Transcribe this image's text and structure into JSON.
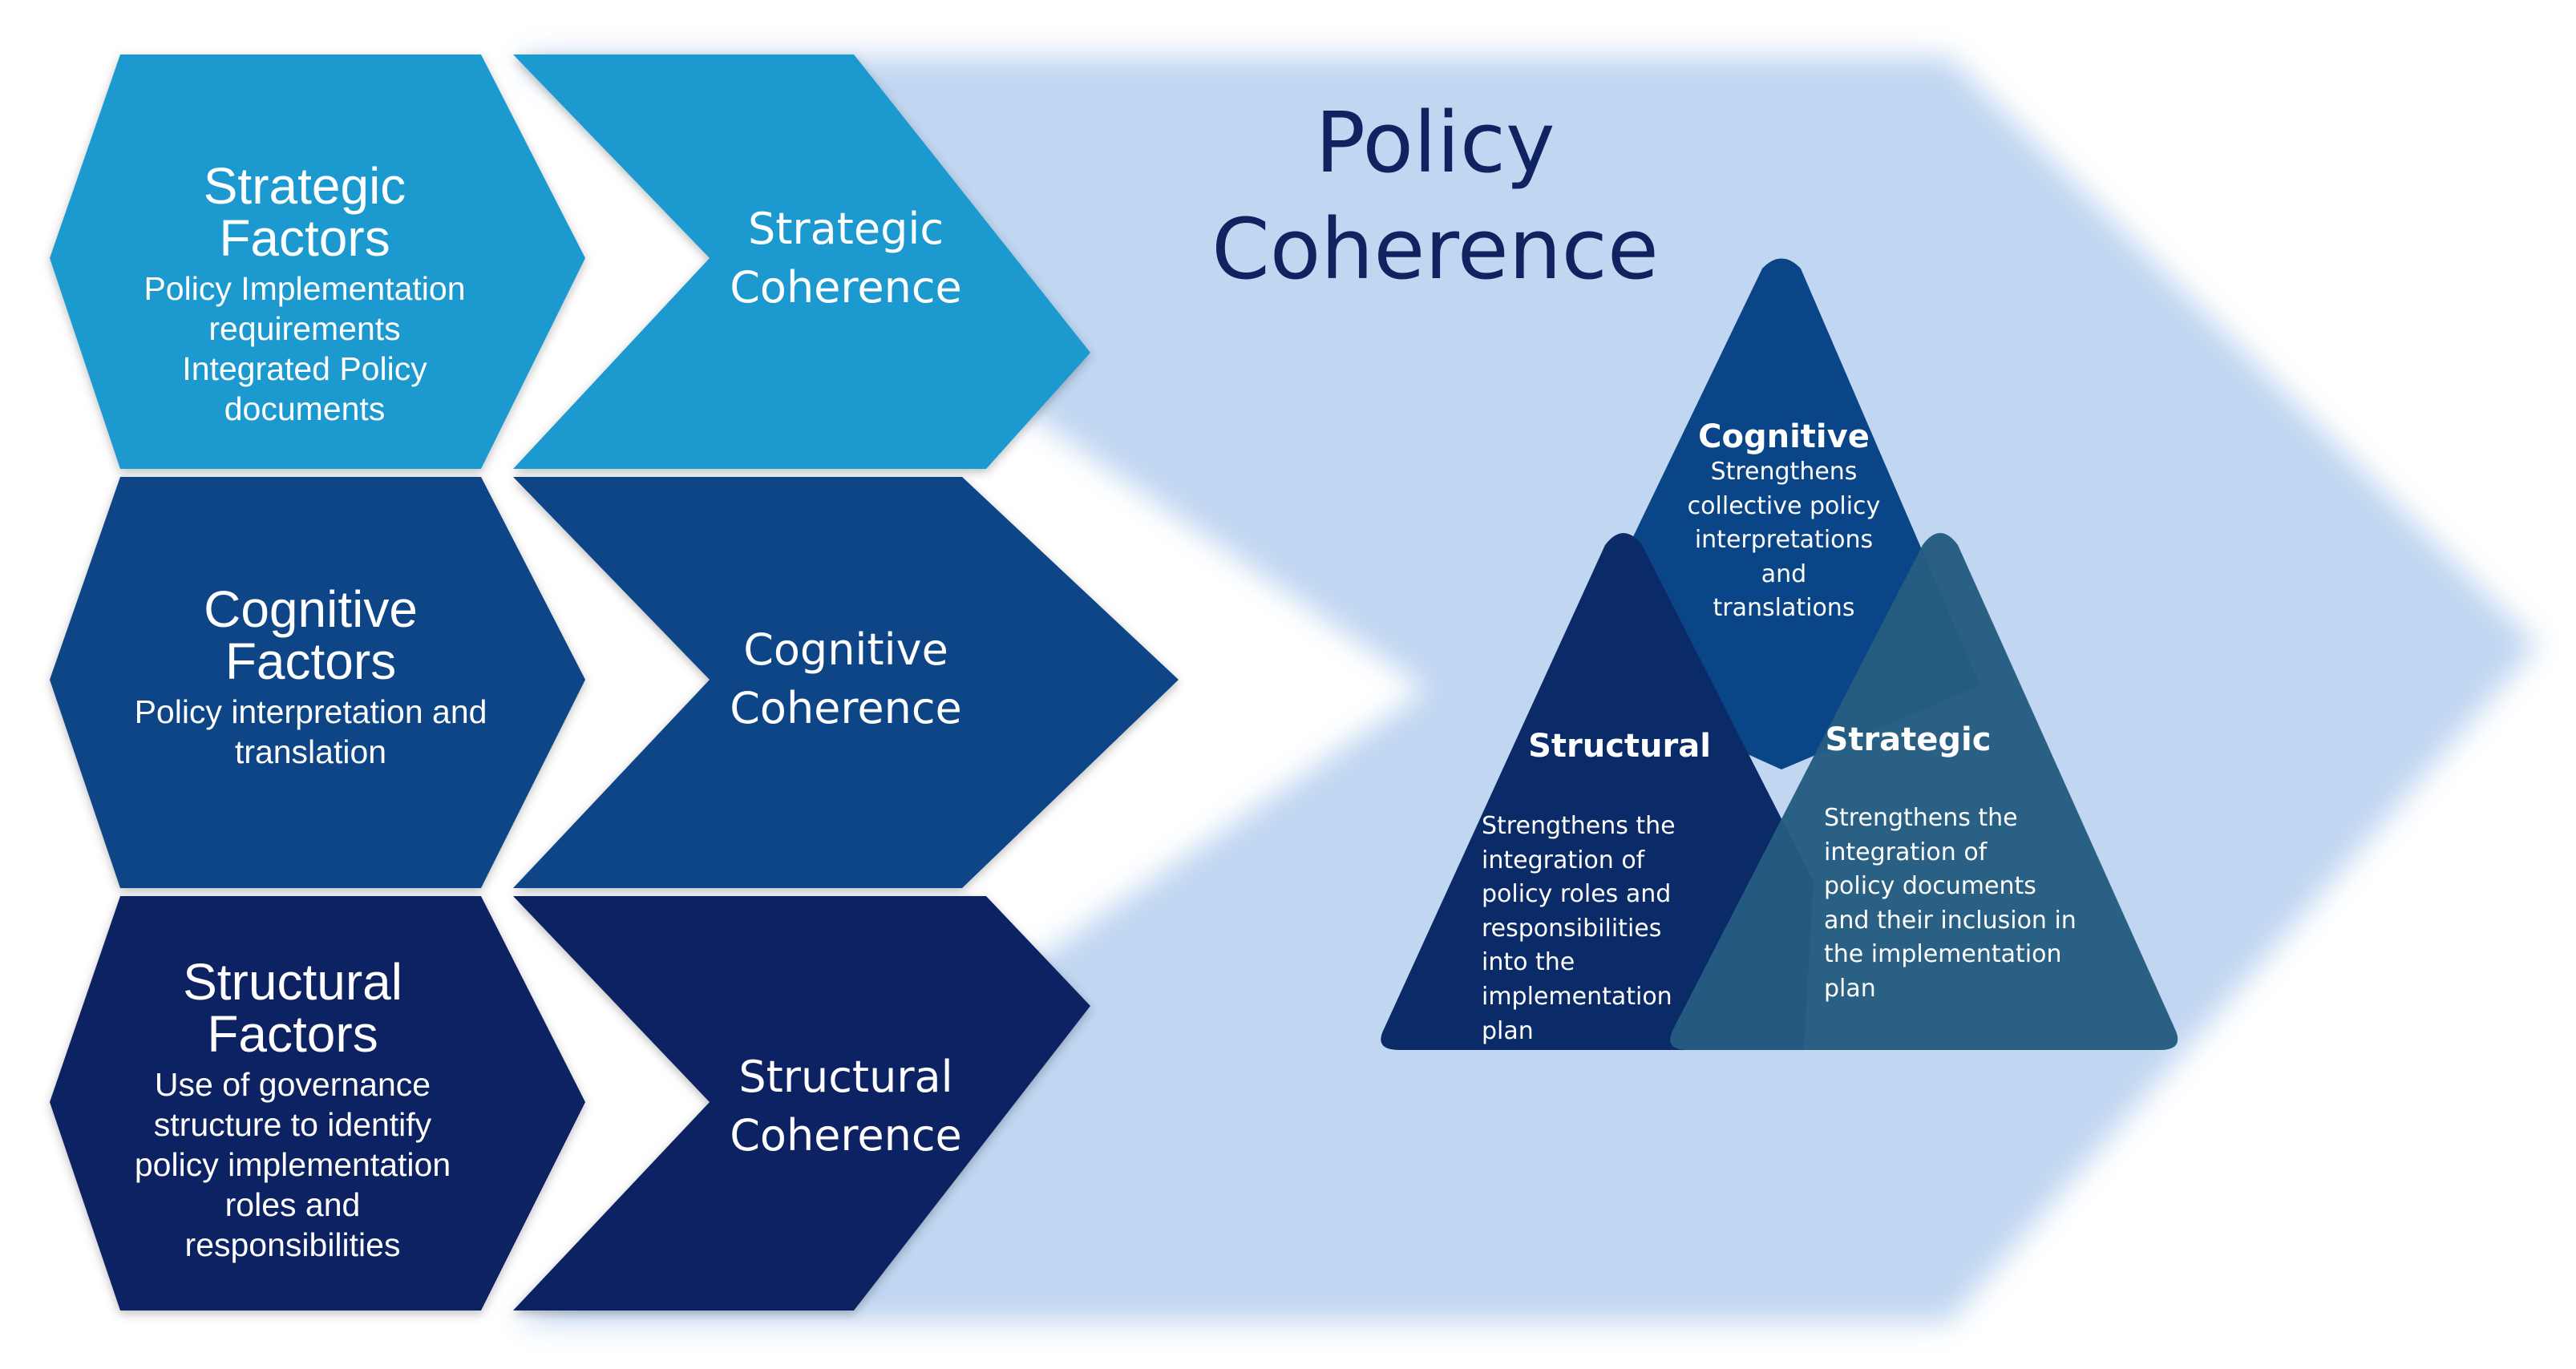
{
  "colors": {
    "background_arrow": "#c0d6f1",
    "strategic": "#1a9ad0",
    "cognitive": "#0a4587",
    "structural": "#0a2462",
    "title": "#0e2360",
    "triangle_cognitive": "#0a4587",
    "triangle_structural": "#0a2a68",
    "triangle_strategic": "#255c80"
  },
  "title": {
    "line1": "Policy",
    "line2": "Coherence"
  },
  "factors": [
    {
      "heading_line1": "Strategic",
      "heading_line2": "Factors",
      "desc_lines": [
        "Policy Implementation",
        "requirements",
        "Integrated Policy",
        "documents"
      ]
    },
    {
      "heading_line1": "Cognitive",
      "heading_line2": "Factors",
      "desc_lines": [
        "Policy interpretation and",
        "translation"
      ]
    },
    {
      "heading_line1": "Structural",
      "heading_line2": "Factors",
      "desc_lines": [
        "Use of governance",
        "structure to identify",
        "policy implementation",
        "roles and",
        "responsibilities"
      ]
    }
  ],
  "coherence": [
    {
      "line1": "Strategic",
      "line2": "Coherence"
    },
    {
      "line1": "Cognitive",
      "line2": "Coherence"
    },
    {
      "line1": "Structural",
      "line2": "Coherence"
    }
  ],
  "triangles": {
    "cognitive": {
      "title": "Cognitive",
      "desc_lines": [
        "Strengthens",
        "collective policy",
        "interpretations",
        "and",
        "translations"
      ]
    },
    "structural": {
      "title": "Structural",
      "desc_lines": [
        "Strengthens the",
        "integration of",
        "policy roles and",
        "responsibilities",
        "into the",
        "implementation",
        "plan"
      ]
    },
    "strategic": {
      "title": "Strategic",
      "desc_lines": [
        "Strengthens the",
        "integration of",
        "policy documents",
        "and their inclusion in",
        "the implementation",
        "plan"
      ]
    }
  }
}
